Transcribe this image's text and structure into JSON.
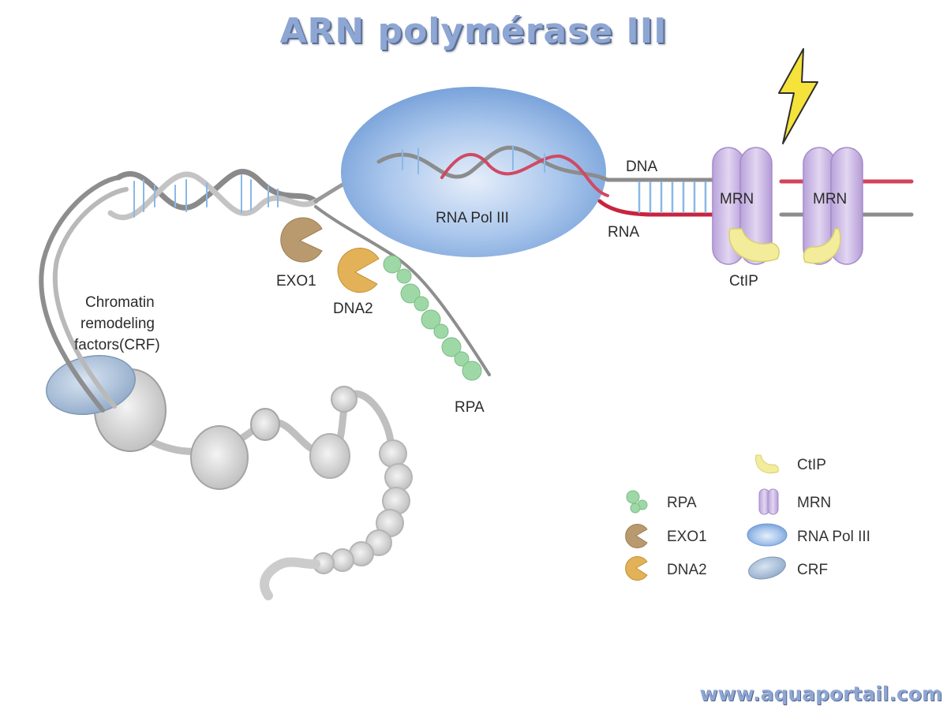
{
  "title": "ARN polymérase III",
  "website": "www.aquaportail.com",
  "colors": {
    "title": "#8ea6d3",
    "polIII": "#7ba7dd",
    "mrn": "#c9b6e2",
    "ctip": "#f3ec9a",
    "rpa": "#9ed8a6",
    "exo1": "#b9996e",
    "dna2": "#e3b158",
    "crf": "#9fb6cf",
    "rna": "#c8243f"
  },
  "labels": {
    "dna": "DNA",
    "rna": "RNA",
    "rna_pol_iii": "RNA Pol III",
    "mrn_left": "MRN",
    "mrn_right": "MRN",
    "ctip": "CtIP",
    "exo1": "EXO1",
    "dna2": "DNA2",
    "rpa": "RPA",
    "crf_line1": "Chromatin",
    "crf_line2": "remodeling",
    "crf_line3": "factors(CRF)"
  },
  "legend": {
    "items": [
      {
        "label": "CtIP",
        "icon": "ctip-icon"
      },
      {
        "label": "RPA",
        "icon": "rpa-icon"
      },
      {
        "label": "MRN",
        "icon": "mrn-icon"
      },
      {
        "label": "EXO1",
        "icon": "exo1-icon"
      },
      {
        "label": "RNA Pol III",
        "icon": "rna-pol-iii-icon"
      },
      {
        "label": "DNA2",
        "icon": "dna2-icon"
      },
      {
        "label": "CRF",
        "icon": "crf-icon"
      }
    ]
  }
}
